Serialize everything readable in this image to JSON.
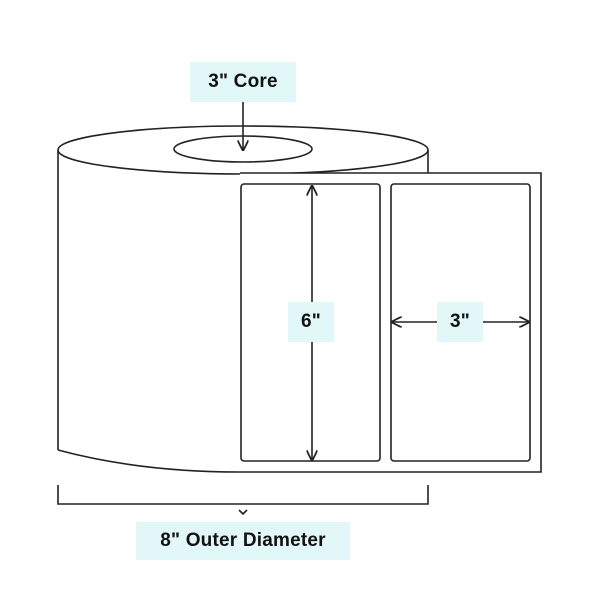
{
  "callout_bg": "#e2f7f7",
  "line_color": "#222222",
  "labels": {
    "core": "3\" Core",
    "label_height": "6\"",
    "label_width": "3\"",
    "outer_diameter": "8\" Outer Diameter"
  }
}
